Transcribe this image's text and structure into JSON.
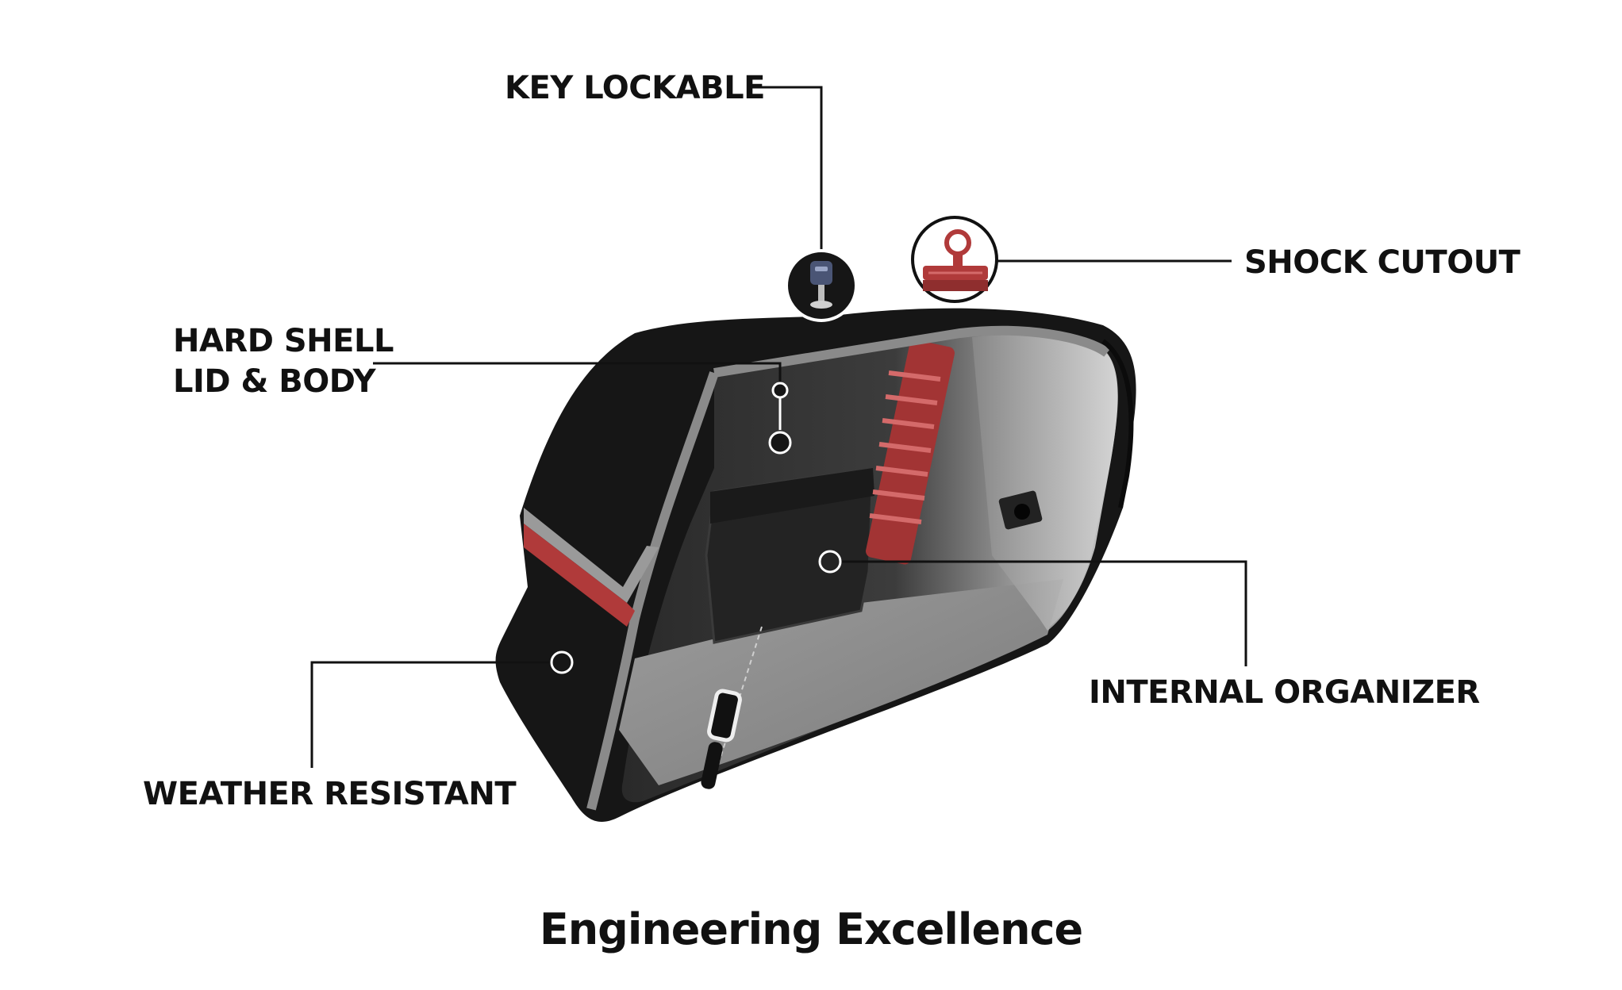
{
  "callouts": {
    "key_lockable": "KEY LOCKABLE",
    "shock_cutout": "SHOCK CUTOUT",
    "hard_shell_line1": "HARD SHELL",
    "hard_shell_line2": "LID & BODY",
    "internal_organizer": "INTERNAL ORGANIZER",
    "weather_resistant": "WEATHER RESISTANT"
  },
  "caption": "Engineering Excellence",
  "colors": {
    "shell": "#161616",
    "trim": "#8a8a8a",
    "accent": "#b03a3a",
    "interior": "#5a5a5a",
    "leader": "#111111"
  },
  "icons": [
    "key-icon",
    "shock-absorber-icon"
  ]
}
